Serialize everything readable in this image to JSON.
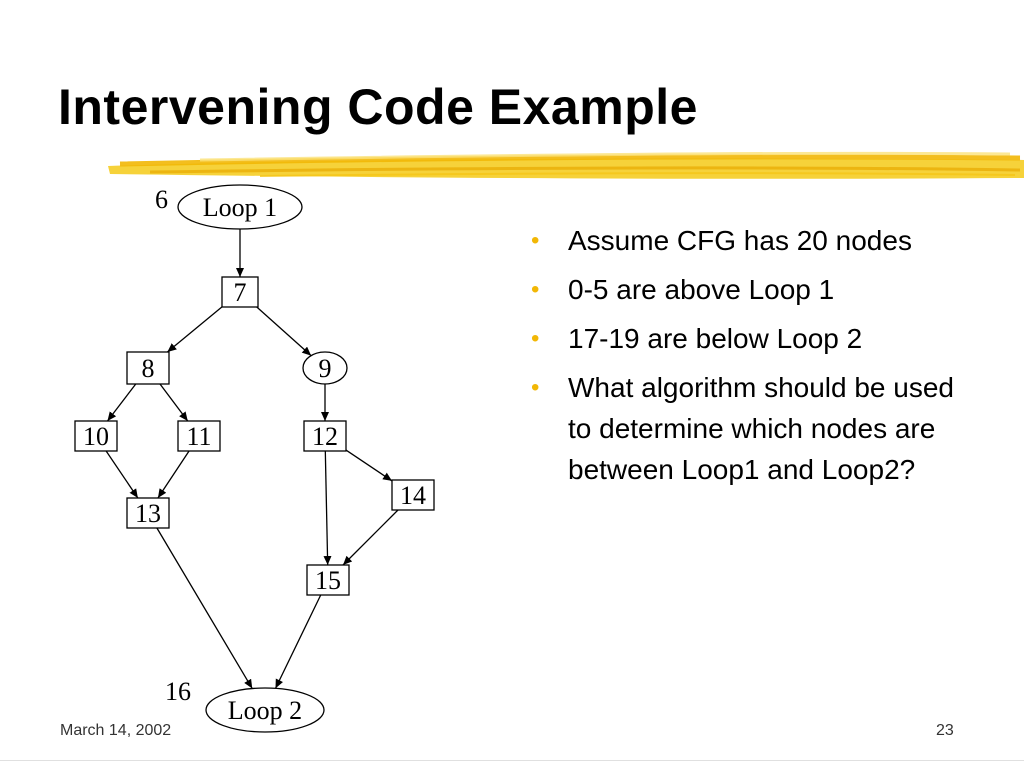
{
  "slide": {
    "title": "Intervening Code Example",
    "footer_date": "March 14, 2002",
    "page_number": "23",
    "accent_color": "#f2b705"
  },
  "graph": {
    "nodes": [
      {
        "id": "loop1",
        "label": "Loop 1",
        "shape": "ellipse",
        "annotation": "6"
      },
      {
        "id": "n7",
        "label": "7",
        "shape": "box"
      },
      {
        "id": "n8",
        "label": "8",
        "shape": "box"
      },
      {
        "id": "n9",
        "label": "9",
        "shape": "ellipse"
      },
      {
        "id": "n10",
        "label": "10",
        "shape": "box"
      },
      {
        "id": "n11",
        "label": "11",
        "shape": "box"
      },
      {
        "id": "n12",
        "label": "12",
        "shape": "box"
      },
      {
        "id": "n13",
        "label": "13",
        "shape": "box"
      },
      {
        "id": "n14",
        "label": "14",
        "shape": "box"
      },
      {
        "id": "n15",
        "label": "15",
        "shape": "box"
      },
      {
        "id": "loop2",
        "label": "Loop 2",
        "shape": "ellipse",
        "annotation": "16"
      }
    ],
    "edges": [
      [
        "loop1",
        "n7"
      ],
      [
        "n7",
        "n8"
      ],
      [
        "n7",
        "n9"
      ],
      [
        "n8",
        "n10"
      ],
      [
        "n8",
        "n11"
      ],
      [
        "n9",
        "n12"
      ],
      [
        "n10",
        "n13"
      ],
      [
        "n11",
        "n13"
      ],
      [
        "n12",
        "n15"
      ],
      [
        "n12",
        "n14"
      ],
      [
        "n14",
        "n15"
      ],
      [
        "n13",
        "loop2"
      ],
      [
        "n15",
        "loop2"
      ]
    ]
  },
  "bullets": [
    "Assume CFG has 20 nodes",
    "0-5 are above Loop 1",
    "17-19 are below Loop 2",
    "What algorithm should be used to determine which nodes are between Loop1 and Loop2?"
  ]
}
